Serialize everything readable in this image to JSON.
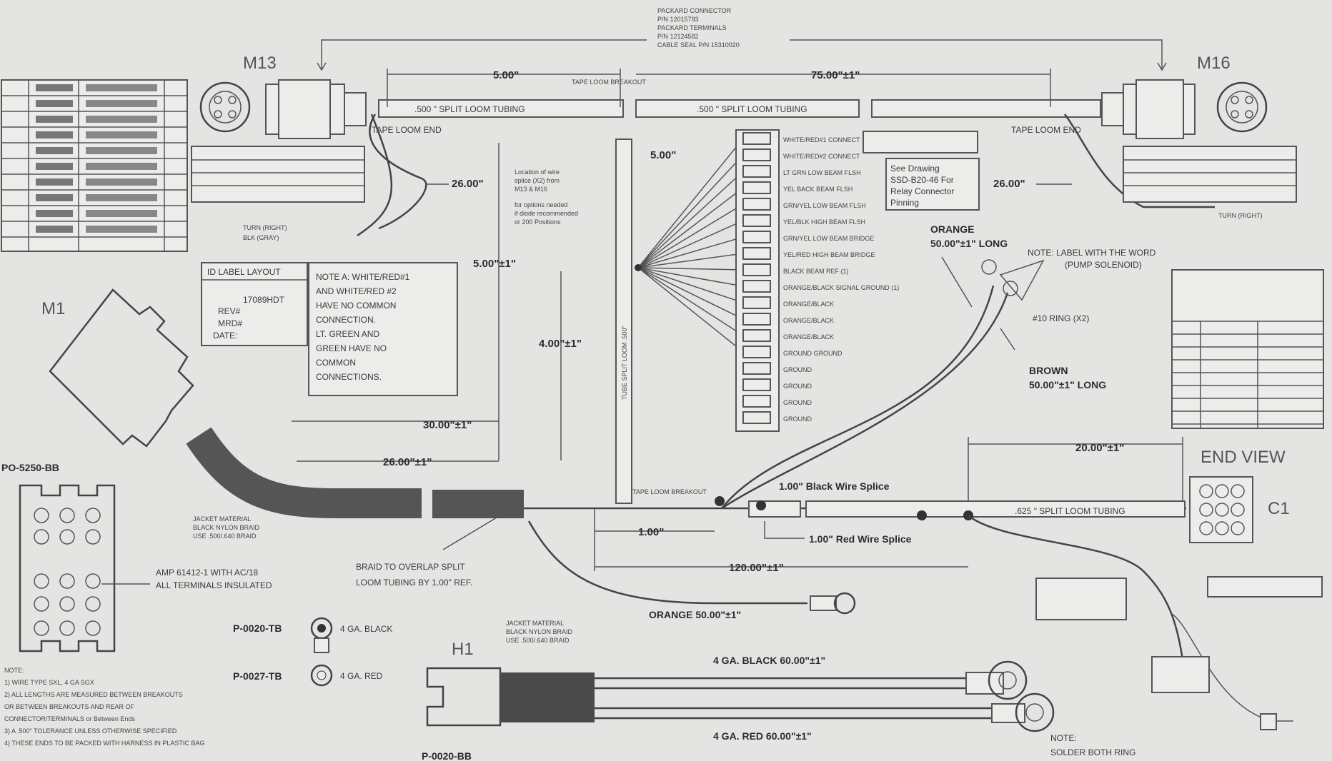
{
  "connectors": {
    "m13": "M13",
    "m16": "M16",
    "m1": "M1",
    "h1": "H1",
    "c1": "C1",
    "end_view": "END VIEW"
  },
  "part_numbers": {
    "plug": "PO-5250-BB",
    "h1_part": "P-0020-BB",
    "ring_black": "P-0020-TB",
    "ring_red": "P-0027-TB"
  },
  "header_note": [
    "PACKARD CONNECTOR",
    "P/N 12015793",
    "PACKARD TERMINALS",
    "P/N 12124582",
    "CABLE SEAL P/N 15310020"
  ],
  "dimensions": {
    "d_5_00": "5.00\"",
    "d_75": "75.00\"±1\"",
    "d_26_left": "26.00\"",
    "d_26_right": "26.00\"",
    "d_5_00_b": "5.00\"",
    "d_5_00_pm": "5.00\"±1\"",
    "d_4_00_pm": "4.00\"±1\"",
    "d_30_00": "30.00\"±1\"",
    "d_26_00": "26.00\"±1\"",
    "d_20_00": "20.00\"±1\"",
    "d_1_00": "1.00\"",
    "d_120": "120.00\"±1\"",
    "splice_top": "1.00\" Black Wire Splice",
    "splice_bottom": "1.00\" Red Wire Splice",
    "orange_wire": "ORANGE 50.00\"±1\"",
    "black_4ga": "4 GA. BLACK 60.00\"±1\"",
    "red_4ga": "4 GA. RED 60.00\"±1\"",
    "orange_label": "ORANGE",
    "orange_len": "50.00\"±1\" LONG",
    "brown_label": "BROWN",
    "brown_len": "50.00\"±1\" LONG"
  },
  "loom": {
    "split_left": ".500 \" SPLIT LOOM TUBING",
    "split_mid": ".500 \" SPLIT LOOM TUBING",
    "split_right": ".625 \" SPLIT LOOM TUBING",
    "tape_end_l": "TAPE LOOM END",
    "tape_end_r": "TAPE LOOM END",
    "tape_loom_break": "TAPE LOOM BREAKOUT",
    "tape_loom_break2": "TAPE LOOM BREAKOUT",
    "vertical_tube": "TUBE SPLIT LOOM .500\"",
    "turn_left": [
      "TURN (RIGHT)",
      "BLK (GRAY)"
    ],
    "turn_right": "TURN (RIGHT)"
  },
  "notes": {
    "note_a": [
      "NOTE A: WHITE/RED#1",
      "AND WHITE/RED #2",
      "HAVE NO COMMON",
      "CONNECTION.",
      "LT. GREEN AND",
      "GREEN HAVE NO",
      "COMMON",
      "CONNECTIONS."
    ],
    "label_layout": [
      "ID LABEL LAYOUT",
      "17089HDT",
      "REV#",
      "MRD#",
      "DATE:"
    ],
    "location_note": [
      "Location of wire",
      "splice (X2) from",
      "M13 & M16",
      "for options needed",
      "if diode recommended",
      "or 200 Positions"
    ],
    "see_drawing": [
      "See Drawing",
      "SSD-B20-46 For",
      "Relay Connector",
      "Pinning"
    ],
    "label_note": [
      "NOTE: LABEL WITH THE WORD",
      "(PUMP SOLENOID)"
    ],
    "ring_note": "#10 RING (X2)",
    "braid_note": [
      "BRAID TO OVERLAP SPLIT",
      "LOOM TUBING BY 1.00\" REF."
    ],
    "amp_note": [
      "AMP 61412-1 WITH AC/18",
      "ALL TERMINALS INSULATED"
    ],
    "jacket_a": [
      "JACKET MATERIAL",
      "BLACK NYLON BRAID",
      "USE .500/.640 BRAID"
    ],
    "jacket_b": [
      "JACKET MATERIAL",
      "BLACK NYLON BRAID",
      "USE .500/.640 BRAID"
    ],
    "solder_note": [
      "NOTE:",
      "SOLDER BOTH RING"
    ],
    "ring_black": "4 GA. BLACK",
    "ring_red": "4 GA. RED",
    "bottom_notes": [
      "NOTE:",
      "1) WIRE TYPE SXL, 4 GA SGX",
      "2) ALL LENGTHS ARE MEASURED BETWEEN BREAKOUTS",
      "   OR BETWEEN BREAKOUTS AND REAR OF",
      "   CONNECTOR/TERMINALS or Between Ends",
      "3) A .500\" TOLERANCE UNLESS OTHERWISE SPECIFIED",
      "4) THESE ENDS TO BE PACKED WITH HARNESS IN PLASTIC BAG"
    ]
  },
  "relay_wires": [
    "WHITE/RED#1  CONNECT",
    "WHITE/RED#2  CONNECT",
    "LT GRN  LOW BEAM FLSH",
    "YEL  BACK BEAM FLSH",
    "GRN/YEL  LOW BEAM FLSH",
    "YEL/BLK  HIGH BEAM FLSH",
    "GRN/YEL  LOW BEAM BRIDGE",
    "YEL/RED  HIGH BEAM BRIDGE",
    "BLACK  BEAM REF (1)",
    "ORANGE/BLACK  SIGNAL GROUND (1)",
    "ORANGE/BLACK",
    "ORANGE/BLACK",
    "ORANGE/BLACK",
    "GROUND  GROUND",
    "GROUND",
    "GROUND",
    "GROUND",
    "GROUND"
  ],
  "left_table_rows": 10,
  "icons": {
    "round_connector": "round-connector-icon",
    "ring_terminal": "ring-terminal-icon"
  }
}
